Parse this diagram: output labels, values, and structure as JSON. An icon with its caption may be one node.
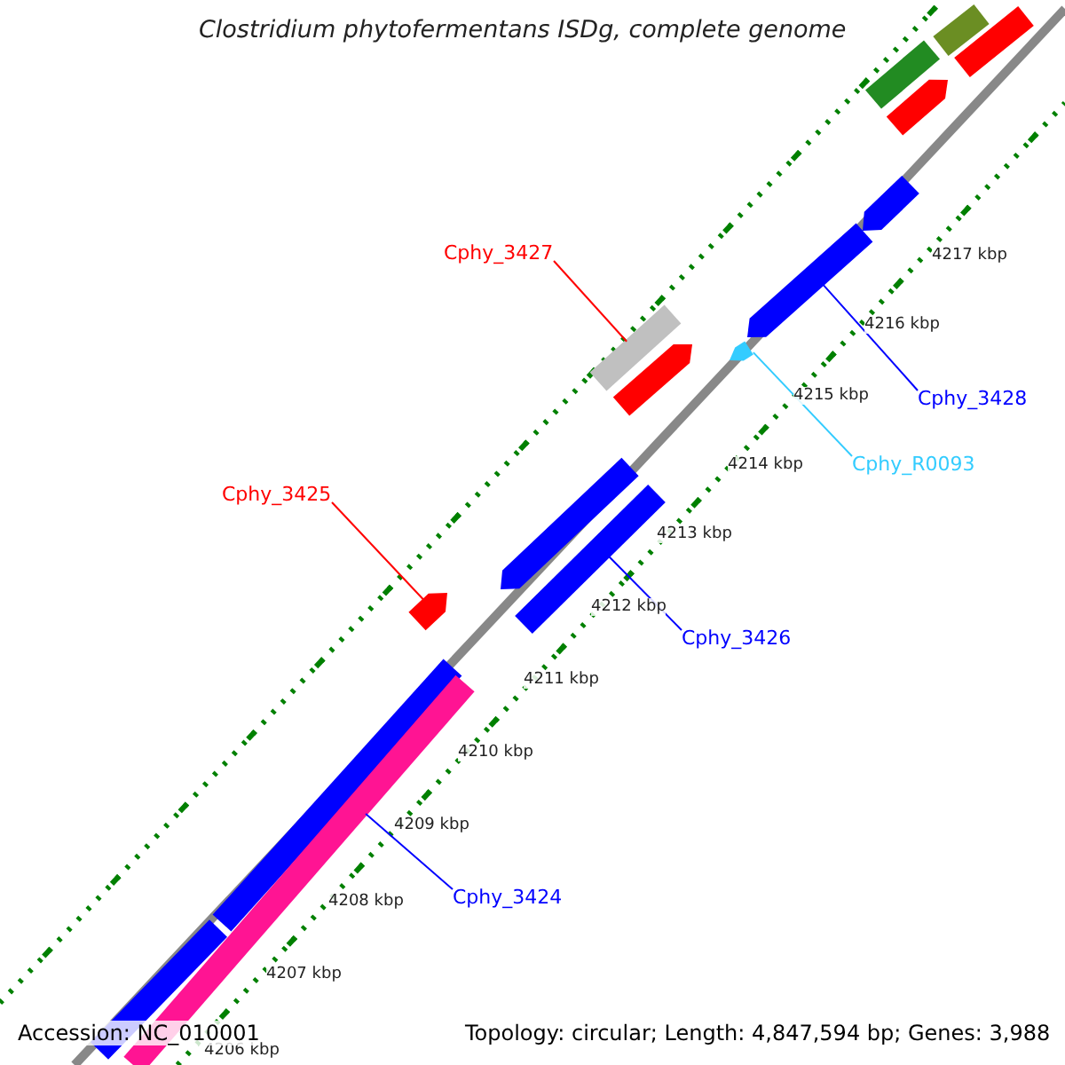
{
  "diagram": {
    "title": "Clostridium phytofermentans ISDg, complete genome",
    "nodes": [
      {
        "text": [
          "Cphy_3427"
        ]
      },
      {
        "text": [],
        "shape": "bar"
      },
      {
        "text": [
          "Cphy_3425"
        ]
      },
      {
        "text": [],
        "shape": "bar"
      },
      {
        "text": [
          "Cphy_3428"
        ]
      },
      {
        "text": [],
        "shape": "bar"
      },
      {
        "text": [
          "Cphy_R0093"
        ]
      },
      {
        "text": [],
        "shape": "bar"
      },
      {
        "text": [
          "Cphy_3426"
        ]
      },
      {
        "text": [],
        "shape": "bar"
      },
      {
        "text": [
          "Cphy_3424"
        ]
      },
      {
        "text": [],
        "shape": "bar"
      }
    ],
    "edges": [
      {
        "from": 0,
        "to": 1,
        "arrow": "none",
        "color": "#ff0000"
      },
      {
        "from": 2,
        "to": 3,
        "arrow": "none",
        "color": "#ff0000"
      },
      {
        "from": 4,
        "to": 5,
        "arrow": "none",
        "color": "#0000ff"
      },
      {
        "from": 6,
        "to": 7,
        "arrow": "none",
        "color": "#33ccff"
      },
      {
        "from": 8,
        "to": 9,
        "arrow": "none",
        "color": "#0000ff"
      },
      {
        "from": 10,
        "to": 11,
        "arrow": "none",
        "color": "#0000ff"
      }
    ],
    "labels": [
      "4217 kbp",
      "4216 kbp",
      "4215 kbp",
      "4214 kbp",
      "4213 kbp",
      "4212 kbp",
      "4211 kbp",
      "4210 kbp",
      "4209 kbp",
      "4208 kbp",
      "4207 kbp",
      "4206 kbp",
      "Accession: NC_010001",
      "Topology: circular; Length: 4,847,594 bp; Genes: 3,988"
    ]
  }
}
